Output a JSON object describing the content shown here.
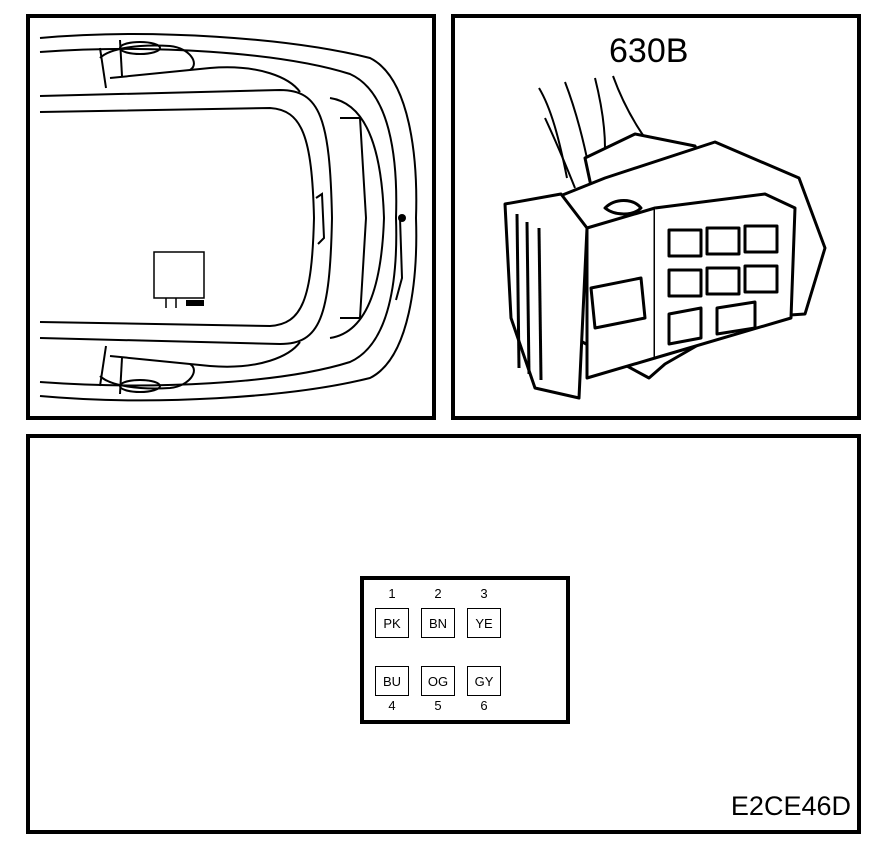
{
  "connector": {
    "label": "630B"
  },
  "figure_code": "E2CE46D",
  "pins": [
    {
      "number": "1",
      "color": "PK"
    },
    {
      "number": "2",
      "color": "BN"
    },
    {
      "number": "3",
      "color": "YE"
    },
    {
      "number": "4",
      "color": "BU"
    },
    {
      "number": "5",
      "color": "OG"
    },
    {
      "number": "6",
      "color": "GY"
    }
  ]
}
